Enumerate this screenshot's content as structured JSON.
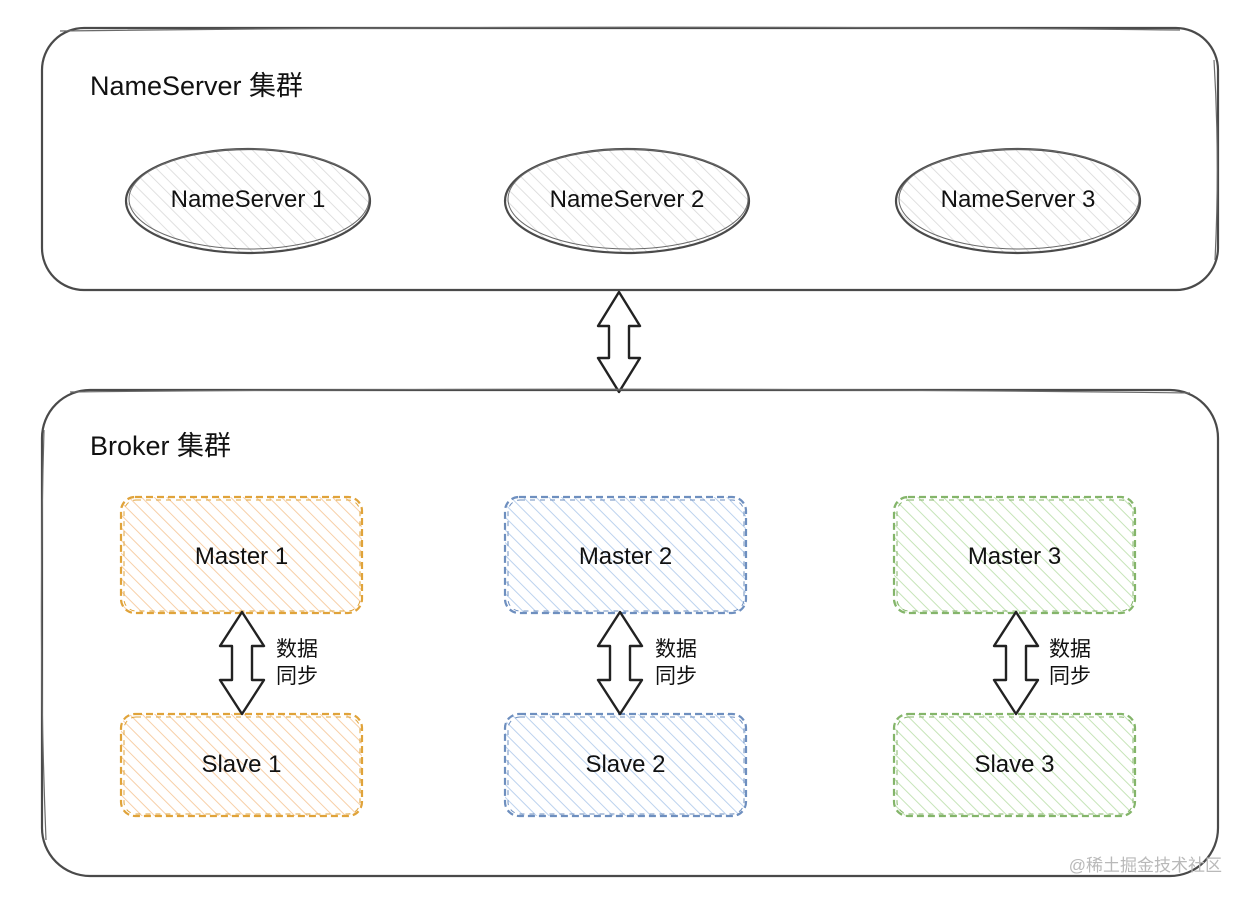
{
  "nameserver_cluster": {
    "title": "NameServer 集群",
    "nodes": [
      {
        "label": "NameServer 1"
      },
      {
        "label": "NameServer 2"
      },
      {
        "label": "NameServer 3"
      }
    ]
  },
  "broker_cluster": {
    "title": "Broker 集群",
    "groups": [
      {
        "master": "Master 1",
        "slave": "Slave 1",
        "sync_line1": "数据",
        "sync_line2": "同步",
        "stroke": "#e0a33a",
        "fill": "#fbe3cc"
      },
      {
        "master": "Master 2",
        "slave": "Slave 2",
        "sync_line1": "数据",
        "sync_line2": "同步",
        "stroke": "#6e8fbf",
        "fill": "#d5e3f5"
      },
      {
        "master": "Master 3",
        "slave": "Slave 3",
        "sync_line1": "数据",
        "sync_line2": "同步",
        "stroke": "#84b56a",
        "fill": "#dcefd2"
      }
    ]
  },
  "watermark": "@稀土掘金技术社区"
}
